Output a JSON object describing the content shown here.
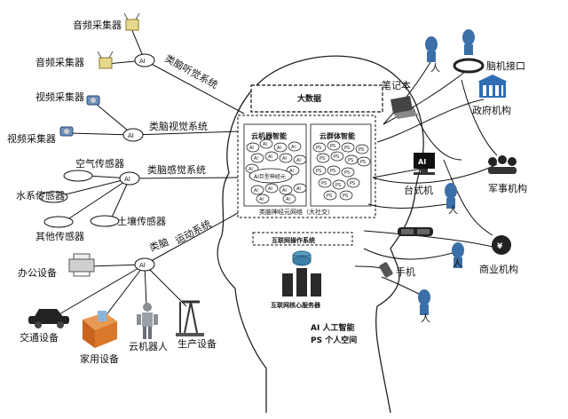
{
  "brain": {
    "big_data": "大数据",
    "cloud_machine": "云机器智能",
    "cloud_group": "云群体智能",
    "ai_node": "AI",
    "ps_node": "PS",
    "ai_giant": "AI巨型神经元",
    "neural_net": "类脑神经元网络（大社交）",
    "os": "互联网操作系统",
    "core_server": "互联网核心服务器"
  },
  "legend": {
    "ai": "AI  人工智能",
    "ps": "PS  个人空间"
  },
  "systems": {
    "auditory": "类脑听觉系统",
    "visual": "类脑视觉系统",
    "sensory": "类脑感觉系统",
    "motor_prefix": "类脑",
    "motor": "运动系统"
  },
  "hub_label": "AI",
  "left_items": {
    "audio1": "音频采集器",
    "audio2": "音频采集器",
    "video1": "视频采集器",
    "video2": "视频采集器",
    "air": "空气传感器",
    "water": "水系传感器",
    "soil": "土壤传感器",
    "other": "其他传感器",
    "office": "办公设备",
    "traffic": "交通设备",
    "home": "家用设备",
    "robot": "云机器人",
    "production": "生产设备"
  },
  "right_items": {
    "person": "人",
    "laptop": "笔记本",
    "bci": "脑机接口",
    "government": "政府机构",
    "desktop": "台式机",
    "military": "军事机构",
    "commerce": "商业机构",
    "phone": "手机"
  },
  "colors": {
    "person_blue": "#3b6fa8",
    "house_blue": "#2f6db5",
    "robot_grey": "#8a8f96",
    "home_orange": "#d9772b"
  }
}
